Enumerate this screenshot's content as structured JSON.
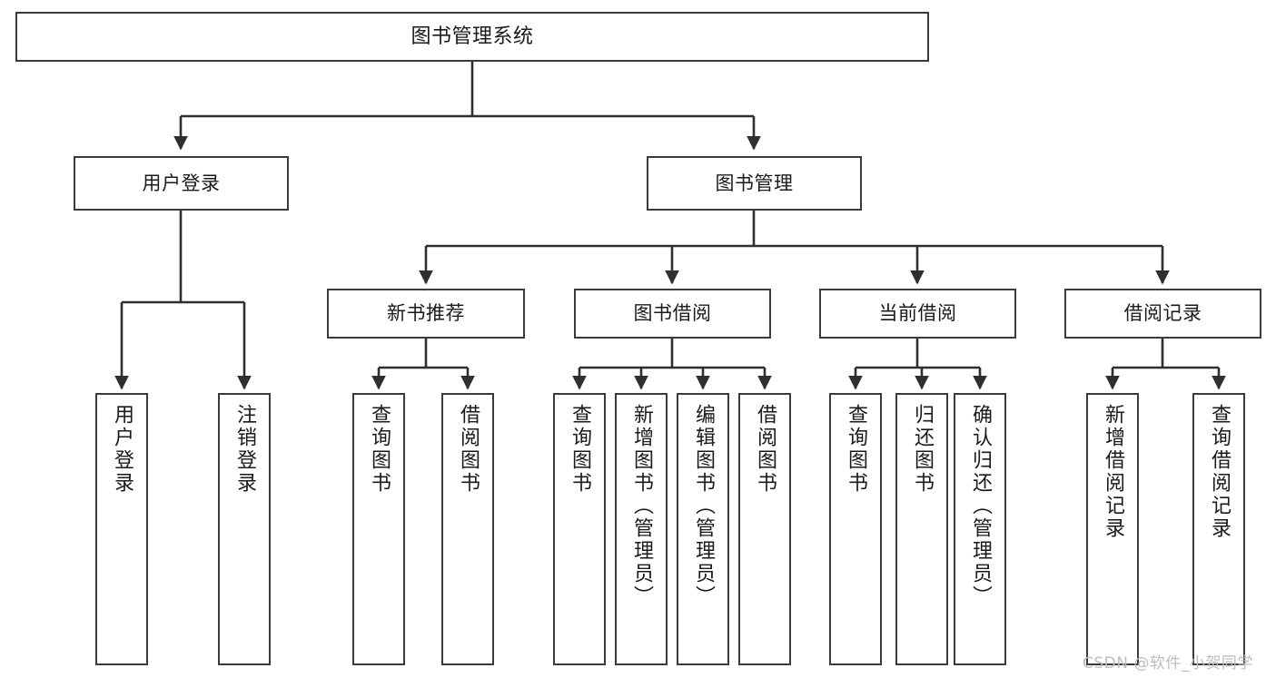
{
  "diagram": {
    "title": "图书管理系统",
    "type": "功能结构图",
    "root": {
      "label": "图书管理系统"
    },
    "level1": [
      {
        "label": "用户登录"
      },
      {
        "label": "图书管理"
      }
    ],
    "level2": [
      {
        "label": "新书推荐"
      },
      {
        "label": "图书借阅"
      },
      {
        "label": "当前借阅"
      },
      {
        "label": "借阅记录"
      }
    ],
    "leaves": {
      "user_login": [
        {
          "label": "用户登录"
        },
        {
          "label": "注销登录"
        }
      ],
      "new_book_recommend": [
        {
          "label": "查询图书"
        },
        {
          "label": "借阅图书"
        }
      ],
      "book_borrow": [
        {
          "label": "查询图书"
        },
        {
          "label": "新增图书（管理员）"
        },
        {
          "label": "编辑图书（管理员）"
        },
        {
          "label": "借阅图书"
        }
      ],
      "current_borrow": [
        {
          "label": "查询图书"
        },
        {
          "label": "归还图书"
        },
        {
          "label": "确认归还（管理员）"
        }
      ],
      "borrow_records": [
        {
          "label": "新增借阅记录"
        },
        {
          "label": "查询借阅记录"
        }
      ]
    }
  },
  "watermark": {
    "text": "CSDN @软件_小贺同学"
  },
  "colors": {
    "border": "#3b3b3b",
    "text": "#1a1a1a",
    "background": "#ffffff",
    "watermark": "#bdbdbd"
  }
}
